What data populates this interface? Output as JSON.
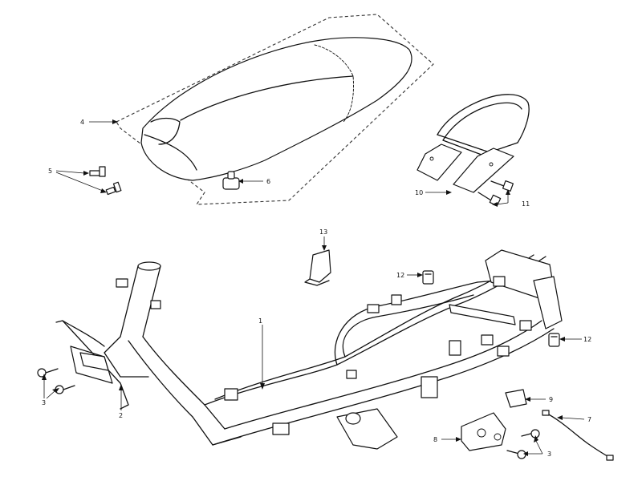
{
  "callouts": {
    "c1": "1",
    "c2": "2",
    "c3a": "3",
    "c3b": "3",
    "c4": "4",
    "c5": "5",
    "c6": "6",
    "c7": "7",
    "c8": "8",
    "c9": "9",
    "c10": "10",
    "c11": "11",
    "c12a": "12",
    "c12b": "12",
    "c13": "13"
  }
}
